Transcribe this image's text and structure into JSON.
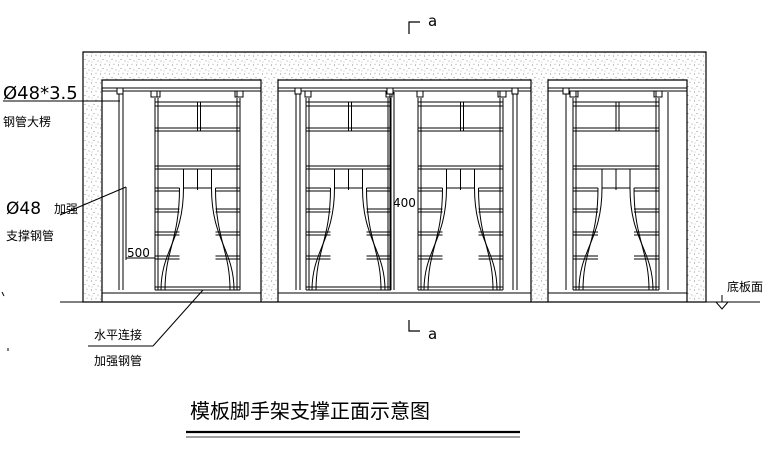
{
  "section_marks": {
    "top": "a",
    "bottom": "a"
  },
  "labels": {
    "pipe_dim": "Ø48*3.5",
    "pipe_big_purlin": "钢管大楞",
    "brace_dim": "Ø48",
    "brace_text1": "加强",
    "brace_text2": "支撑钢管",
    "dim_500": "500",
    "dim_400": "400",
    "horizontal1": "水平连接",
    "horizontal2": "加强钢管",
    "slab_bottom": "底板面"
  },
  "title": "模板脚手架支撑正面示意图",
  "colors": {
    "line": "#000000",
    "concrete_dot": "#6b6b6b",
    "background": "#ffffff"
  }
}
